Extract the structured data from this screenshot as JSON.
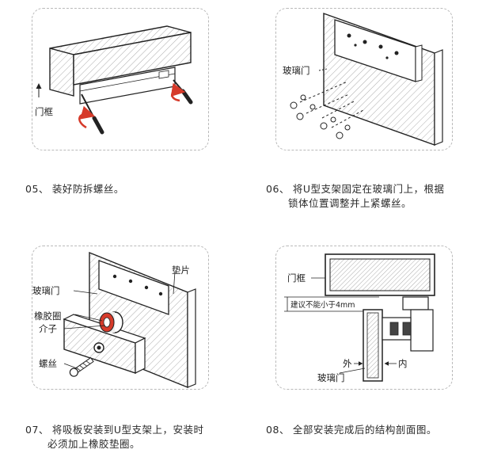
{
  "steps": [
    {
      "num": "05、",
      "lines": [
        "装好防拆螺丝。"
      ],
      "labels": {
        "frame": "门框"
      }
    },
    {
      "num": "06、",
      "lines": [
        "将U型支架固定在玻璃门上，根据",
        "锁体位置调整并上紧螺丝。"
      ],
      "labels": {
        "glass": "玻璃门"
      }
    },
    {
      "num": "07、",
      "lines": [
        "将吸板安装到U型支架上，安装时",
        "必须加上橡胶垫圈。"
      ],
      "labels": {
        "glass": "玻璃门",
        "gasket": "垫片",
        "rubber": "橡胶圈",
        "spacer": "介子",
        "screw": "螺丝"
      }
    },
    {
      "num": "08、",
      "lines": [
        "全部安装完成后的结构剖面图。"
      ],
      "labels": {
        "frame": "门框",
        "gap": "建议不能小于4mm",
        "outside": "外",
        "inside": "内",
        "glass": "玻璃门"
      }
    }
  ],
  "colors": {
    "frame_border": "#b9b9b9",
    "arrow": "#d63a2a",
    "ink": "#222222"
  }
}
